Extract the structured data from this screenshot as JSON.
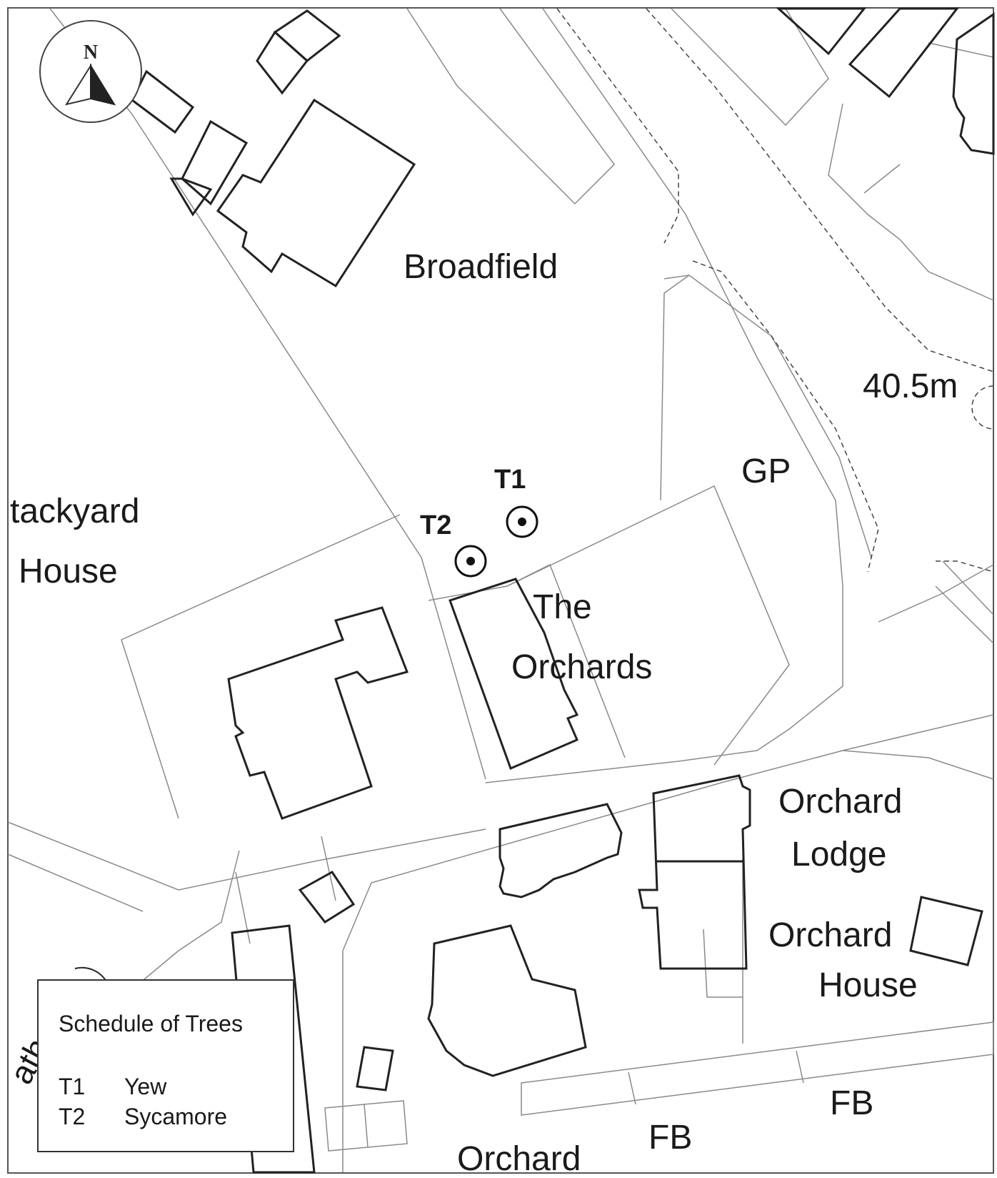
{
  "compass": {
    "north_label": "N"
  },
  "labels": {
    "broadfield": "Broadfield",
    "elevation": "40.5m",
    "gp": "GP",
    "stackyard_1": "tackyard",
    "stackyard_2": "House",
    "the_orchards_1": "The",
    "the_orchards_2": "Orchards",
    "orchard_lodge_1": "Orchard",
    "orchard_lodge_2": "Lodge",
    "orchard_house_1": "Orchard",
    "orchard_house_2": "House",
    "fb_1": "FB",
    "fb_2": "FB",
    "orchard_bottom": "Orchard",
    "path_fragment": "ath"
  },
  "trees": [
    {
      "code": "T1",
      "species": "Yew"
    },
    {
      "code": "T2",
      "species": "Sycamore"
    }
  ],
  "schedule": {
    "title": "Schedule of Trees",
    "rows": [
      {
        "code": "T1",
        "species": "Yew"
      },
      {
        "code": "T2",
        "species": "Sycamore"
      }
    ]
  },
  "colors": {
    "building_outline": "#222222",
    "boundary_line": "#8a8a8a",
    "background": "#ffffff"
  }
}
